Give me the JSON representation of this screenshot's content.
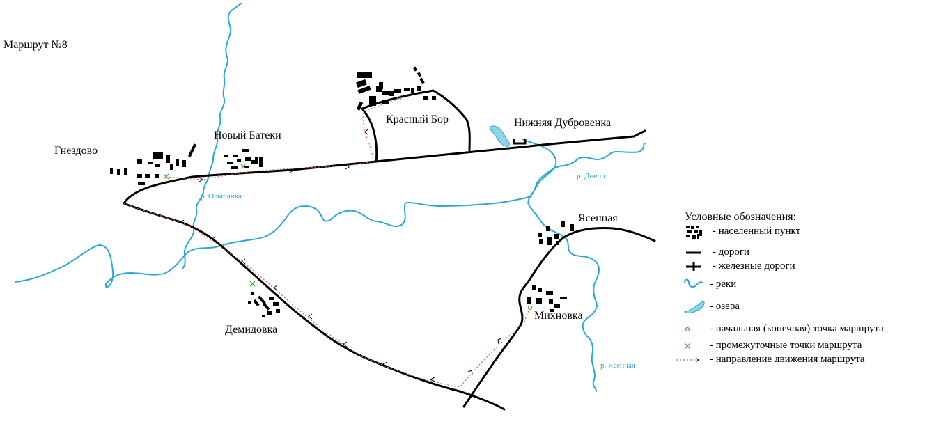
{
  "map": {
    "title": "Маршрут №8",
    "settlements": {
      "gnezdovo": "Гнездово",
      "novy_bateki": "Новый Батеки",
      "krasny_bor": "Красный Бор",
      "nizhnyaya_dubrovenka": "Нижняя Дубровенка",
      "yasennaya": "Ясенная",
      "mikhnovka": "Михновка",
      "demidovka": "Демидовка"
    },
    "rivers": {
      "olshanka": "р. Ольшанка",
      "dnepr": "р. Днепр",
      "yasennaya": "р. Ясенная"
    },
    "colors": {
      "river": "#29a9d3",
      "lake": "#8fd3e8",
      "road": "#000000",
      "route": "#d9694a",
      "start_point": "#3cb43c",
      "waypoint": "#3cb43c"
    }
  },
  "legend": {
    "title": "Условные обозначения:",
    "items": [
      {
        "icon": "settlement-icon",
        "label": "- населенный пункт"
      },
      {
        "icon": "road-icon",
        "label": "- дороги"
      },
      {
        "icon": "railway-icon",
        "label": "- железные дороги"
      },
      {
        "icon": "river-icon",
        "label": "- реки"
      },
      {
        "icon": "lake-icon",
        "label": "- озера"
      },
      {
        "icon": "start-point-icon",
        "label": "- начальная (конечная) точка маршрута"
      },
      {
        "icon": "waypoint-icon",
        "label": "- промежуточные точки маршрута"
      },
      {
        "icon": "route-direction-icon",
        "label": "- направление движения маршрута"
      }
    ]
  }
}
